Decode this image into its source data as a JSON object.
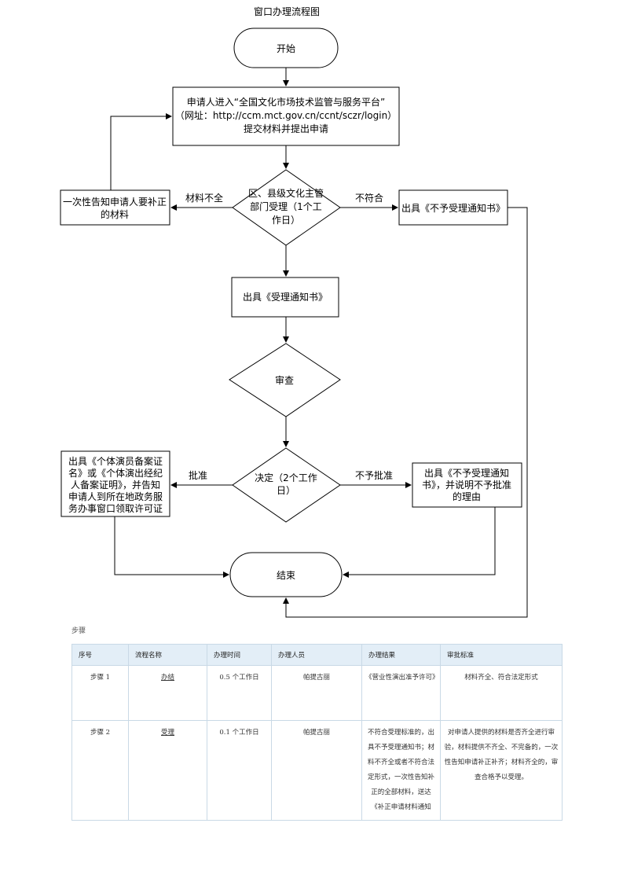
{
  "title": "窗口办理流程图",
  "flowchart": {
    "start": "开始",
    "apply": [
      "申请人进入“全国文化市场技术监管与服务平台”",
      "（网址：http://ccm.mct.gov.cn/ccnt/sczr/login）",
      "提交材料并提出申请"
    ],
    "accept_decision": [
      "区、县级文化主管",
      "部门受理（1个工",
      "作日）"
    ],
    "incomplete_label": "材料不全",
    "notify_supplement": [
      "一次性告知申请人要补正",
      "的材料"
    ],
    "not_meet_label": "不符合",
    "reject_notice": "出具《不予受理通知书》",
    "accept_notice": "出具《受理通知书》",
    "review": "审查",
    "decision": [
      "决定（2个工作",
      "日）"
    ],
    "approve_label": "批准",
    "approve_box": [
      "出具《个体演员备案证",
      "名》或《个体演出经纪",
      "人备案证明》，并告知",
      "申请人到所在地政务服",
      "务办事窗口领取许可证"
    ],
    "deny_label": "不予批准",
    "deny_box": [
      "出具《不予受理通知",
      "书》，并说明不予批准",
      "的理由"
    ],
    "end": "结束"
  },
  "steps_section": {
    "label": "步骤",
    "headers": [
      "序号",
      "流程名称",
      "办理时间",
      "办理人员",
      "办理结果",
      "审批标准"
    ],
    "rows": [
      {
        "no": "步骤 1",
        "name": "办结",
        "time": "0.5 个工作日",
        "staff": "帕提古丽",
        "result": "《营业性演出准予许可》",
        "standard": "材料齐全、符合法定形式"
      },
      {
        "no": "步骤 2",
        "name": "受理",
        "time": "0.1 个工作日",
        "staff": "帕提古丽",
        "result": "不符合受理标准的，出具不予受理通知书；材料不齐全或者不符合法定形式，一次性告知补正的全部材料，送达《补正申请材料通知",
        "standard": "对申请人提供的材料是否齐全进行审验，材料提供不齐全、不完备的，一次性告知申请补正补齐；材料齐全的，审查合格予以受理。"
      }
    ]
  }
}
